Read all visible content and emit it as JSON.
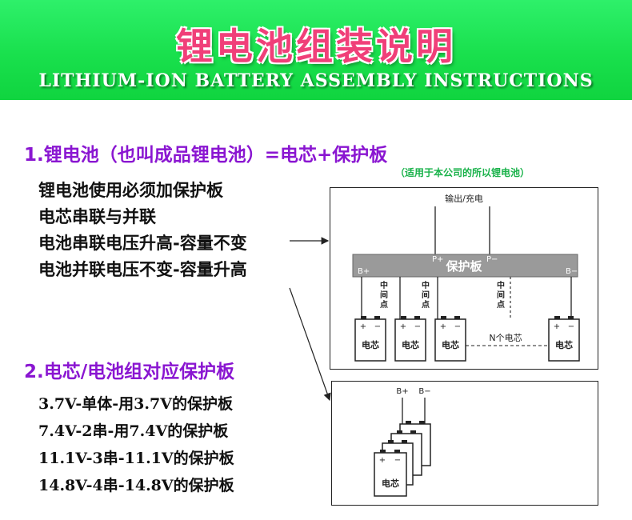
{
  "banner": {
    "title": "锂电池组装说明",
    "subtitle": "LITHIUM-ION BATTERY ASSEMBLY INSTRUCTIONS"
  },
  "section1": {
    "title": "1.锂电池（也叫成品锂电池）=电芯+保护板",
    "note": "（适用于本公司的所以锂电池）",
    "lines": [
      "锂电池使用必须加保护板",
      "电芯串联与并联",
      "电池串联电压升高-容量不变",
      "电池并联电压不变-容量升高"
    ]
  },
  "section2": {
    "title": "2.电芯/电池组对应保护板",
    "lines": [
      "3.7V-单体-用3.7V的保护板",
      "7.4V-2串-用7.4V的保护板",
      "11.1V-3串-11.1V的保护板",
      "14.8V-4串-14.8V的保护板"
    ]
  },
  "diagram1": {
    "output_label": "输出/充电",
    "board_label": "保护板",
    "p_plus": "P+",
    "p_minus": "P−",
    "b_plus": "B+",
    "b_minus": "B−",
    "mid_chars": [
      "中",
      "间",
      "点"
    ],
    "cell_label": "电芯",
    "plus": "+",
    "minus": "−",
    "n_cells_label": "N个电芯"
  },
  "diagram2": {
    "b_plus": "B+",
    "b_minus": "B−",
    "cell_label": "电芯",
    "plus": "+",
    "minus": "−"
  }
}
